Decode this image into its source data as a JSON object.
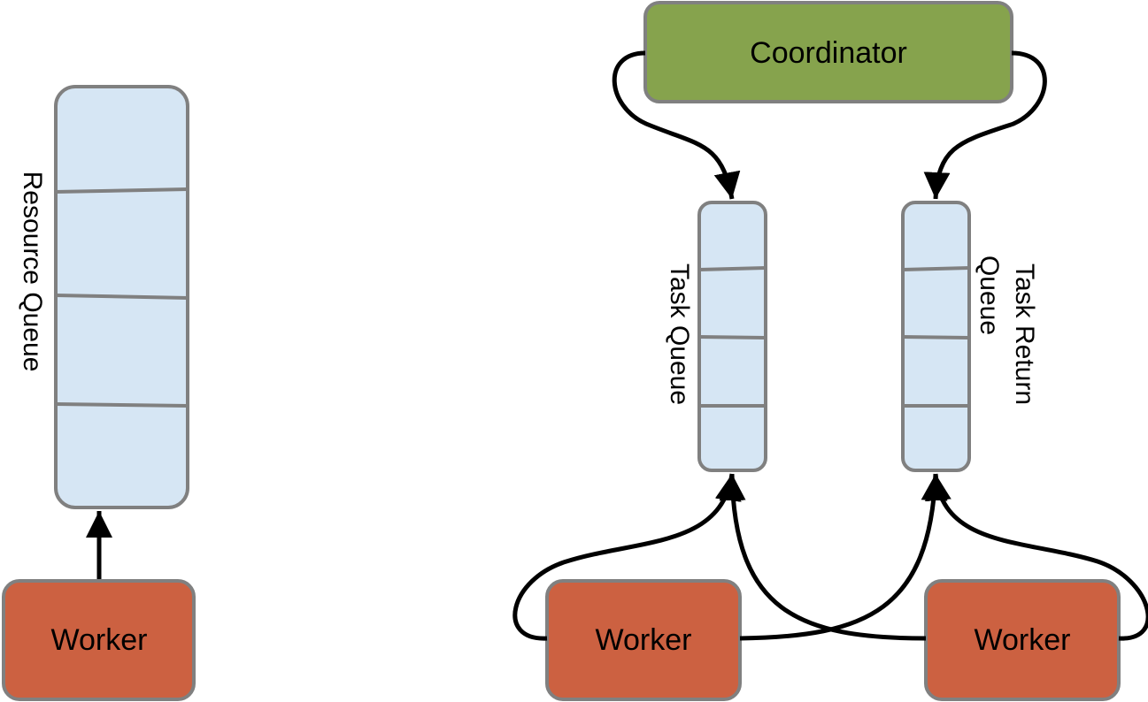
{
  "left_diagram": {
    "resource_queue_label": "Resource Queue",
    "worker_label": "Worker"
  },
  "right_diagram": {
    "coordinator_label": "Coordinator",
    "task_queue_label": "Task Queue",
    "task_return_queue_label_line1": "Task Return",
    "task_return_queue_label_line2": "Queue",
    "worker_left_label": "Worker",
    "worker_right_label": "Worker"
  },
  "colors": {
    "queue_fill": "#d6e6f4",
    "box_stroke": "#808080",
    "worker_fill": "#cc6141",
    "coordinator_fill": "#86a34d",
    "arrow": "#000000"
  }
}
